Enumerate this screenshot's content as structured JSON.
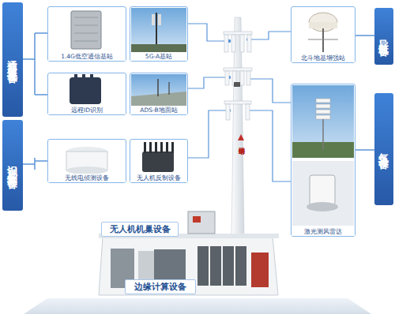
{
  "diagram": {
    "nodes": [
      {
        "text": [
          "通信及监视设备"
        ]
      },
      {
        "text": [
          "1.4G低空通信基站"
        ]
      },
      {
        "text": [
          "5G-A基站"
        ]
      },
      {
        "text": [
          "远程ID识别"
        ]
      },
      {
        "text": [
          "ADS-B地面站"
        ]
      },
      {
        "text": [
          "识别及反制设备"
        ]
      },
      {
        "text": [
          "无线电侦测设备"
        ]
      },
      {
        "text": [
          "无人机反制设备"
        ]
      },
      {
        "text": [
          "导航设备"
        ]
      },
      {
        "text": [
          "北斗地基增强站"
        ]
      },
      {
        "text": [
          "气象设备"
        ]
      },
      {
        "text": [
          "激光测风雷达"
        ]
      },
      {
        "text": [
          "无人机机巢设备"
        ]
      },
      {
        "text": [
          "边缘计算设备"
        ]
      }
    ],
    "labels": [
      "中国铁塔"
    ]
  }
}
